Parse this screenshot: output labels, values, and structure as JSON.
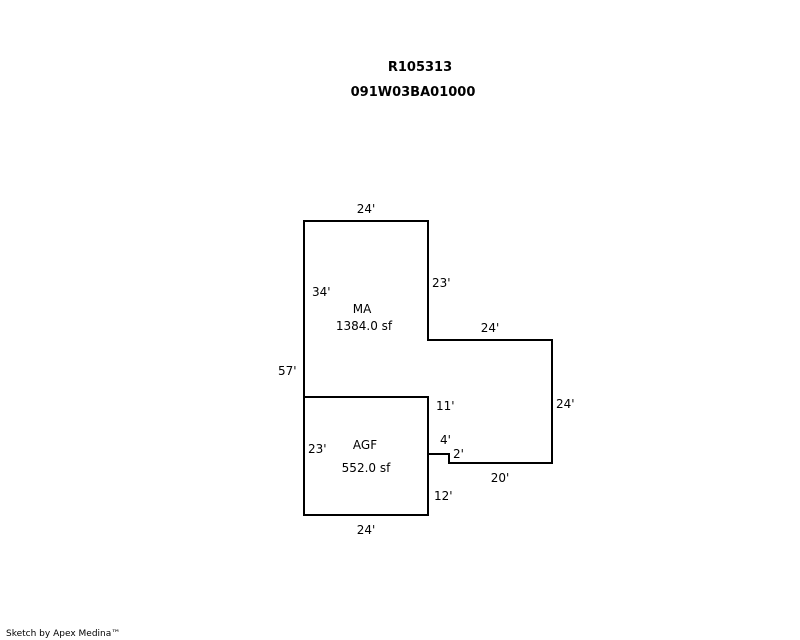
{
  "header": {
    "parcel_id": "R105313",
    "map_number": "091W03BA01000"
  },
  "areas": [
    {
      "code": "MA",
      "area": "1384.0 sf"
    },
    {
      "code": "AGF",
      "area": "552.0 sf"
    }
  ],
  "dimensions": {
    "ma_top": "24'",
    "ma_right_upper": "23'",
    "ma_inner_left": "34'",
    "ma_step_top": "24'",
    "left_total": "57'",
    "ma_right_lower": "24'",
    "agf_right_upper": "11'",
    "notch_width": "4'",
    "notch_height": "2'",
    "ma_bottom": "20'",
    "agf_left": "23'",
    "agf_right_lower": "12'",
    "agf_bottom": "24'"
  },
  "footer": {
    "credit": "Sketch by Apex Medina™"
  }
}
